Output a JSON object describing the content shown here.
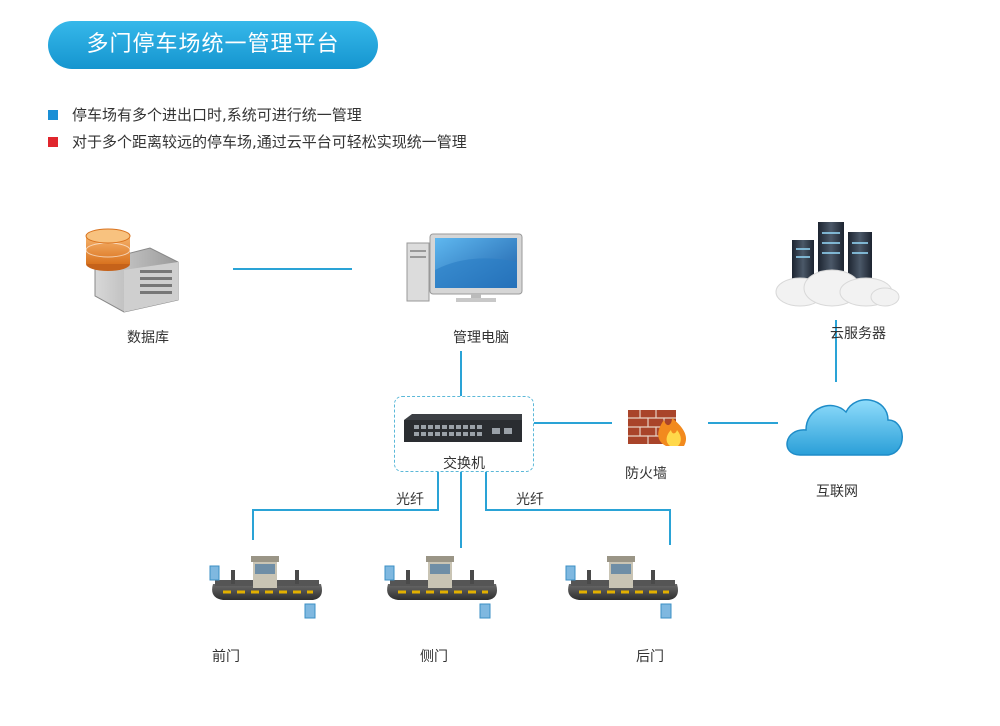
{
  "title": "多门停车场统一管理平台",
  "bullets": [
    {
      "text": "停车场有多个进出口时,系统可进行统一管理",
      "color": "#1a8fd6"
    },
    {
      "text": "对于多个距离较远的停车场,通过云平台可轻松实现统一管理",
      "color": "#e0262d"
    }
  ],
  "nodes": {
    "database": "数据库",
    "pc": "管理电脑",
    "cloud_server": "云服务器",
    "switch": "交换机",
    "firewall": "防火墙",
    "internet": "互联网"
  },
  "links": {
    "fiber_left": "光纤",
    "fiber_right": "光纤"
  },
  "gates": [
    {
      "label": "前门"
    },
    {
      "label": "侧门"
    },
    {
      "label": "后门"
    }
  ],
  "colors": {
    "line": "#2aa3d6",
    "accent": "#1595cf"
  }
}
